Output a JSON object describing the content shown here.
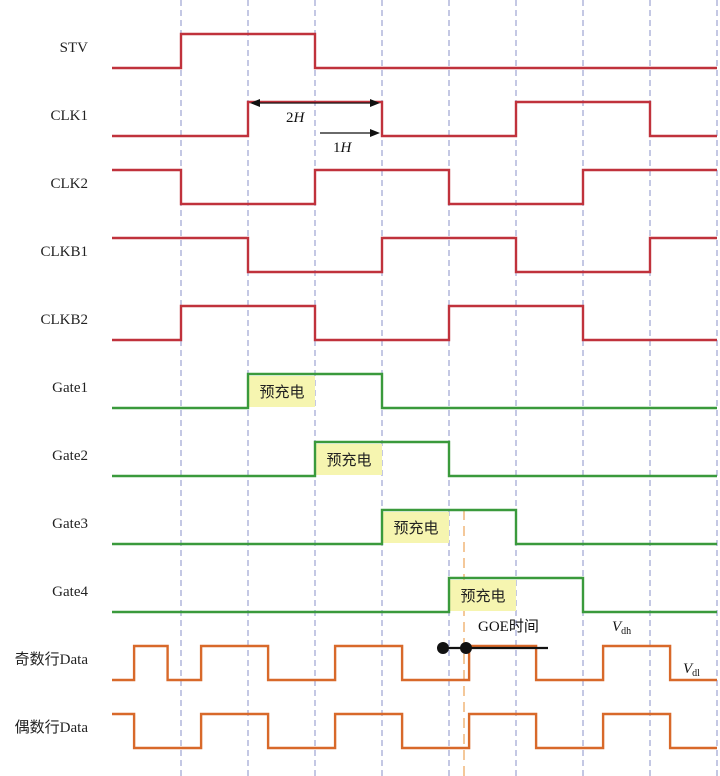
{
  "colors": {
    "clock": "#c0323c",
    "gate": "#3a9a3c",
    "data": "#d8692a",
    "highlight": "#f6f5b0",
    "grid": "#8a90c8",
    "goe_line": "#f4c89a",
    "arrow": "#111111"
  },
  "signals": [
    {
      "name": "STV",
      "kind": "clock",
      "segments": [
        [
          -1,
          1,
          0
        ],
        [
          1,
          3,
          1
        ],
        [
          3,
          9,
          0
        ]
      ]
    },
    {
      "name": "CLK1",
      "kind": "clock",
      "segments": [
        [
          -1,
          2,
          0
        ],
        [
          2,
          4,
          1
        ],
        [
          4,
          6,
          0
        ],
        [
          6,
          8,
          1
        ],
        [
          8,
          9,
          0
        ]
      ]
    },
    {
      "name": "CLK2",
      "kind": "clock",
      "segments": [
        [
          -1,
          1,
          1
        ],
        [
          1,
          3,
          0
        ],
        [
          3,
          5,
          1
        ],
        [
          5,
          7,
          0
        ],
        [
          7,
          9,
          1
        ]
      ]
    },
    {
      "name": "CLKB1",
      "kind": "clock",
      "segments": [
        [
          -1,
          2,
          1
        ],
        [
          2,
          4,
          0
        ],
        [
          4,
          6,
          1
        ],
        [
          6,
          8,
          0
        ],
        [
          8,
          9,
          1
        ]
      ]
    },
    {
      "name": "CLKB2",
      "kind": "clock",
      "segments": [
        [
          -1,
          1,
          0
        ],
        [
          1,
          3,
          1
        ],
        [
          3,
          5,
          0
        ],
        [
          5,
          7,
          1
        ],
        [
          7,
          9,
          0
        ]
      ]
    },
    {
      "name": "Gate1",
      "kind": "gate",
      "segments": [
        [
          -1,
          2,
          0
        ],
        [
          2,
          4,
          1
        ],
        [
          4,
          9,
          0
        ]
      ],
      "precharge": [
        2,
        3
      ]
    },
    {
      "name": "Gate2",
      "kind": "gate",
      "segments": [
        [
          -1,
          3,
          0
        ],
        [
          3,
          5,
          1
        ],
        [
          5,
          9,
          0
        ]
      ],
      "precharge": [
        3,
        4
      ]
    },
    {
      "name": "Gate3",
      "kind": "gate",
      "segments": [
        [
          -1,
          4,
          0
        ],
        [
          4,
          6,
          1
        ],
        [
          6,
          9,
          0
        ]
      ],
      "precharge": [
        4,
        5
      ]
    },
    {
      "name": "Gate4",
      "kind": "gate",
      "segments": [
        [
          -1,
          5,
          0
        ],
        [
          5,
          7,
          1
        ],
        [
          7,
          9,
          0
        ]
      ],
      "precharge": [
        5,
        6
      ]
    },
    {
      "name": "奇数行Data",
      "kind": "data",
      "segments": [
        [
          -0.7,
          0.3,
          0
        ],
        [
          0.3,
          0.8,
          1
        ],
        [
          0.8,
          1.3,
          0
        ],
        [
          1.3,
          2.3,
          1
        ],
        [
          2.3,
          3.3,
          0
        ],
        [
          3.3,
          4.3,
          1
        ],
        [
          4.3,
          5.3,
          0
        ],
        [
          5.3,
          6.3,
          1
        ],
        [
          6.3,
          7.3,
          0
        ],
        [
          7.3,
          8.3,
          1
        ],
        [
          8.3,
          9,
          0
        ]
      ]
    },
    {
      "name": "偶数行Data",
      "kind": "data",
      "segments": [
        [
          -0.7,
          0.3,
          1
        ],
        [
          0.3,
          1.3,
          0
        ],
        [
          1.3,
          2.3,
          1
        ],
        [
          2.3,
          3.3,
          0
        ],
        [
          3.3,
          4.3,
          1
        ],
        [
          4.3,
          5.3,
          0
        ],
        [
          5.3,
          6.3,
          1
        ],
        [
          6.3,
          7.3,
          0
        ],
        [
          7.3,
          8.3,
          1
        ],
        [
          8.3,
          9,
          0
        ]
      ]
    }
  ],
  "precharge_label": "预充电",
  "annotations": {
    "two_h": {
      "num": "2",
      "var": "H"
    },
    "one_h": {
      "num": "1",
      "var": "H"
    },
    "goe": "GOE时间",
    "vdh": {
      "var": "V",
      "sub": "dh"
    },
    "vdl": {
      "var": "V",
      "sub": "dl"
    }
  }
}
